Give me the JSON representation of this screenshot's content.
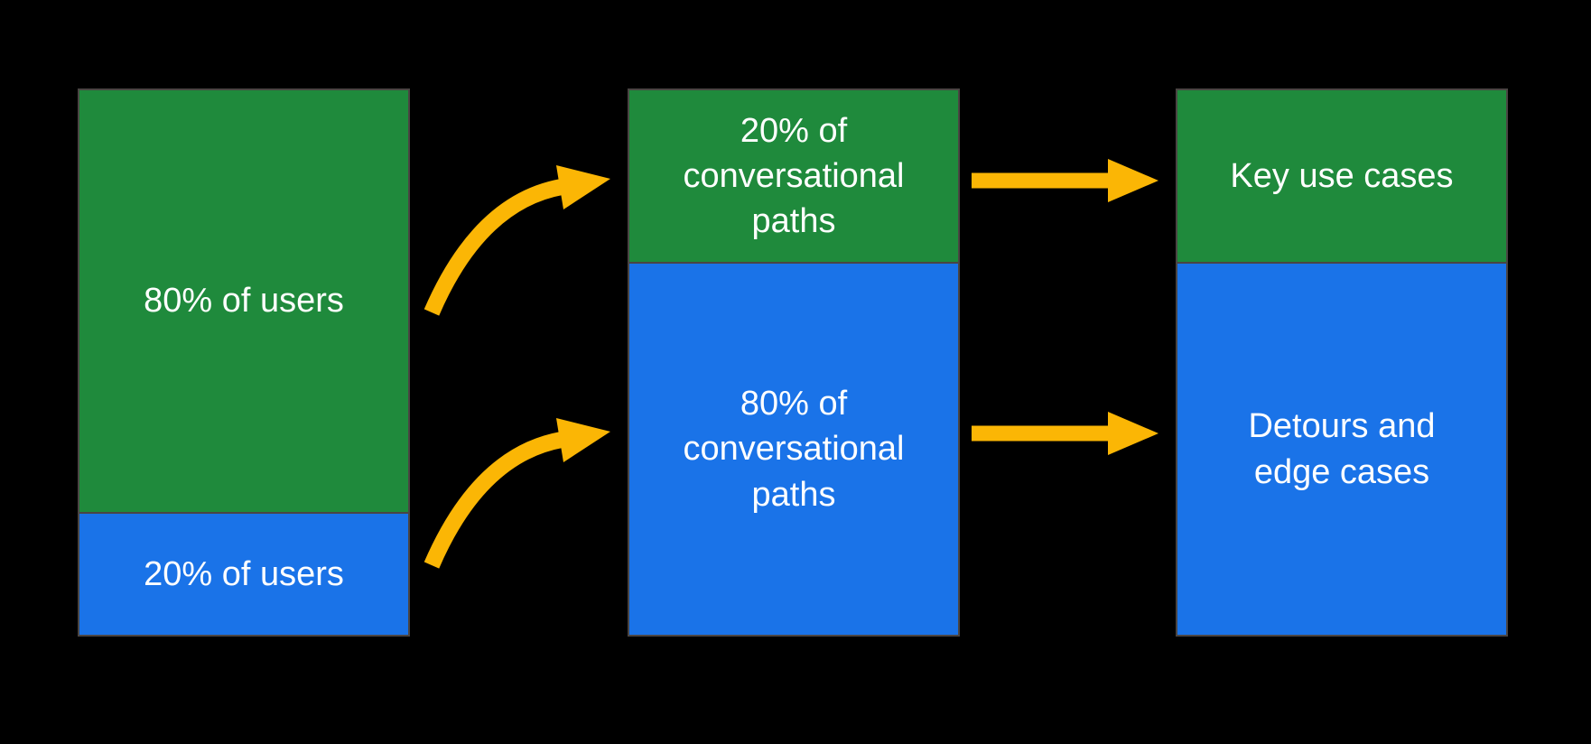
{
  "colors": {
    "background": "#000000",
    "green": "#1F8A3C",
    "blue": "#1A73E8",
    "arrow": "#FBB605",
    "outline": "#4A4543",
    "label": "#FFFFFF"
  },
  "columns": [
    {
      "id": "users",
      "segments": [
        {
          "label": "80% of users",
          "color": "green"
        },
        {
          "label": "20% of users",
          "color": "blue"
        }
      ]
    },
    {
      "id": "conversational-paths",
      "segments": [
        {
          "label": "20% of conversational paths",
          "color": "green"
        },
        {
          "label": "80% of conversational paths",
          "color": "blue"
        }
      ]
    },
    {
      "id": "outcomes",
      "segments": [
        {
          "label": "Key use cases",
          "color": "green"
        },
        {
          "label": "Detours and edge cases",
          "color": "blue"
        }
      ]
    }
  ],
  "arrows": [
    {
      "id": "arrow-users-80-to-paths-20",
      "from": "80% of users",
      "to": "20% of conversational paths",
      "style": "curved"
    },
    {
      "id": "arrow-users-20-to-paths-80",
      "from": "20% of users",
      "to": "80% of conversational paths",
      "style": "curved"
    },
    {
      "id": "arrow-paths-20-to-key-use-cases",
      "from": "20% of conversational paths",
      "to": "Key use cases",
      "style": "straight"
    },
    {
      "id": "arrow-paths-80-to-detours",
      "from": "80% of conversational paths",
      "to": "Detours and edge cases",
      "style": "straight"
    }
  ]
}
